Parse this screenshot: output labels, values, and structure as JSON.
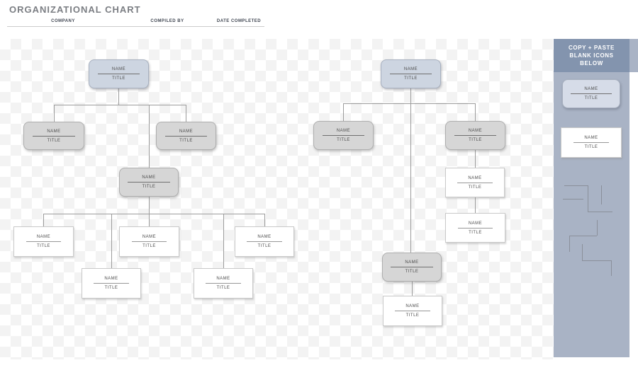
{
  "header": {
    "title": "ORGANIZATIONAL CHART",
    "fields": [
      {
        "label": "COMPANY",
        "value": ""
      },
      {
        "label": "COMPILED BY",
        "value": ""
      },
      {
        "label": "DATE COMPLETED",
        "value": ""
      }
    ]
  },
  "trees": {
    "left": {
      "nodes": [
        {
          "name": "NAME",
          "title": "TITLE",
          "variant": "accent"
        },
        {
          "name": "NAME",
          "title": "TITLE",
          "variant": "gray"
        },
        {
          "name": "NAME",
          "title": "TITLE",
          "variant": "gray"
        },
        {
          "name": "NAME",
          "title": "TITLE",
          "variant": "gray"
        },
        {
          "name": "NAME",
          "title": "TITLE",
          "variant": "white"
        },
        {
          "name": "NAME",
          "title": "TITLE",
          "variant": "white"
        },
        {
          "name": "NAME",
          "title": "TITLE",
          "variant": "white"
        },
        {
          "name": "NAME",
          "title": "TITLE",
          "variant": "white"
        },
        {
          "name": "NAME",
          "title": "TITLE",
          "variant": "white"
        }
      ]
    },
    "right": {
      "nodes": [
        {
          "name": "NAME",
          "title": "TITLE",
          "variant": "accent"
        },
        {
          "name": "NAME",
          "title": "TITLE",
          "variant": "gray"
        },
        {
          "name": "NAME",
          "title": "TITLE",
          "variant": "gray"
        },
        {
          "name": "NAME",
          "title": "TITLE",
          "variant": "white"
        },
        {
          "name": "NAME",
          "title": "TITLE",
          "variant": "white"
        },
        {
          "name": "NAME",
          "title": "TITLE",
          "variant": "gray"
        },
        {
          "name": "NAME",
          "title": "TITLE",
          "variant": "white"
        }
      ]
    }
  },
  "sidebar": {
    "header_lines": [
      "COPY + PASTE",
      "BLANK ICONS",
      "BELOW"
    ],
    "blank_nodes": [
      {
        "name": "NAME",
        "title": "TITLE",
        "variant": "accent"
      },
      {
        "name": "NAME",
        "title": "TITLE",
        "variant": "white"
      }
    ],
    "icons": [
      "elbow-connector-set",
      "step-down-left-connector",
      "step-down-right-connector"
    ]
  },
  "colors": {
    "accent_box": "#cdd5e1",
    "gray_box": "#d6d6d6",
    "white_box": "#ffffff",
    "sidebar_body": "#a9b3c5",
    "sidebar_header": "#8394ae",
    "connector": "#9b9b9b",
    "title_text": "#7b7e83",
    "label_text": "#3e4450"
  }
}
